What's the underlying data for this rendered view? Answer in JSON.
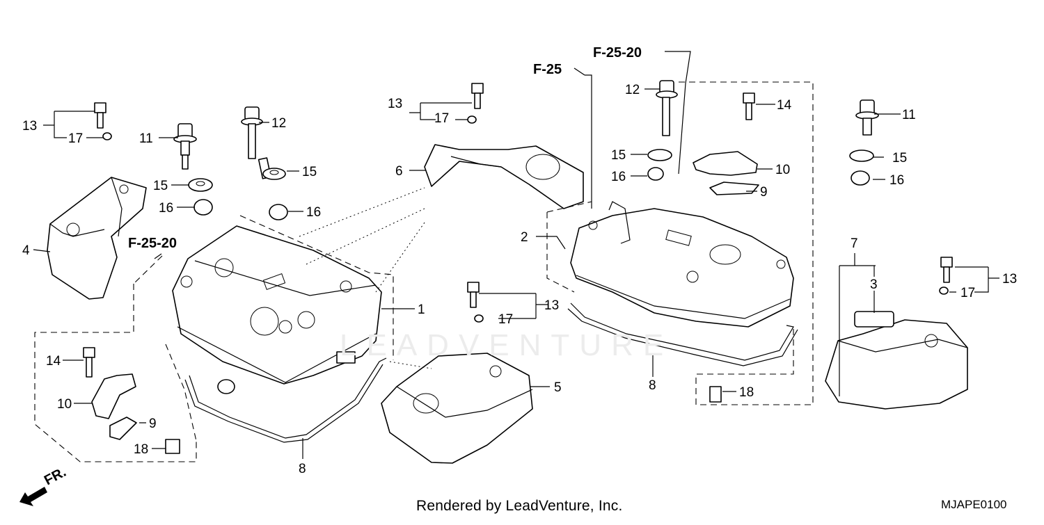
{
  "watermark": "LEADVENTURE",
  "footer": {
    "credit": "Rendered by LeadVenture, Inc.",
    "diagram_code": "MJAPE0100"
  },
  "refs": {
    "f25": "F-25",
    "f2520_top": "F-25-20",
    "f2520_left": "F-25-20",
    "front": "FR."
  },
  "callouts": {
    "l13": "13",
    "l17": "17",
    "l11": "11",
    "l12": "12",
    "l15a": "15",
    "l15b": "15",
    "l16a": "16",
    "l16b": "16",
    "l4": "4",
    "l1": "1",
    "l14": "14",
    "l10": "10",
    "l9": "9",
    "l18": "18",
    "l8": "8",
    "m13": "13",
    "m17": "17",
    "m6": "6",
    "m13b": "13",
    "m17b": "17",
    "m5": "5",
    "r12": "12",
    "r14": "14",
    "r15": "15",
    "r16": "16",
    "r10": "10",
    "r9": "9",
    "r2": "2",
    "r8": "8",
    "r18": "18",
    "s11": "11",
    "s15": "15",
    "s16": "16",
    "s7": "7",
    "s3": "3",
    "s13": "13",
    "s17": "17"
  }
}
